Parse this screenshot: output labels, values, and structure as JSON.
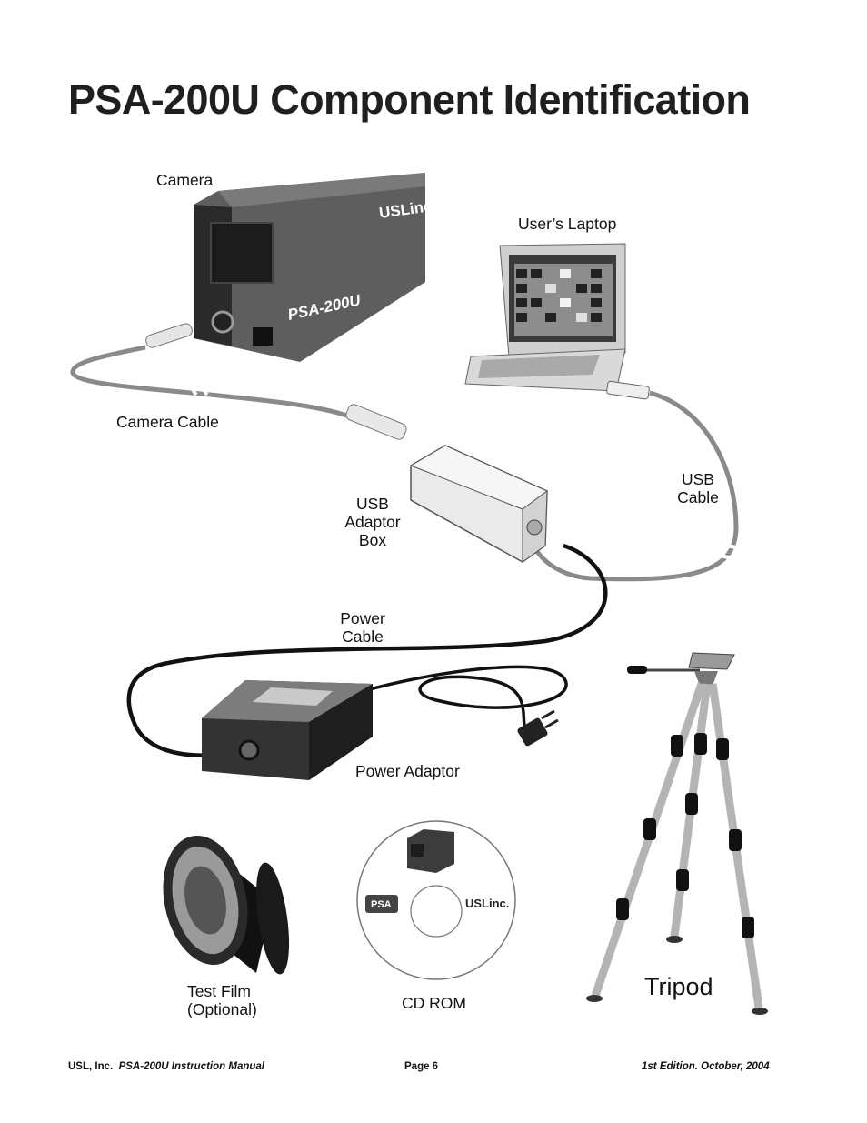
{
  "page": {
    "title": "PSA-200U Component Identification"
  },
  "labels": {
    "camera": "Camera",
    "users_laptop": "User’s Laptop",
    "camera_cable": "Camera Cable",
    "usb_cable_1": "USB",
    "usb_cable_2": "Cable",
    "usb_adaptor_1": "USB",
    "usb_adaptor_2": "Adaptor",
    "usb_adaptor_3": "Box",
    "power_cable_1": "Power",
    "power_cable_2": "Cable",
    "power_adaptor": "Power Adaptor",
    "test_film_1": "Test Film",
    "test_film_2": "(Optional)",
    "cd_rom": "CD ROM",
    "tripod": "Tripod"
  },
  "device_marks": {
    "camera_brand": "USLinc.",
    "camera_model": "PSA-200U",
    "cd_brand": "USLinc.",
    "cd_logo": "PSA"
  },
  "footer": {
    "company": "USL, Inc.",
    "manual": "PSA-200U Instruction Manual",
    "page": "Page 6",
    "edition": "1st Edition. October, 2004"
  },
  "colors": {
    "camera_body": "#6b6b6b",
    "cable_gray": "#8a8a8a",
    "cable_black": "#111111",
    "tripod_leg": "#b4b4b4"
  }
}
